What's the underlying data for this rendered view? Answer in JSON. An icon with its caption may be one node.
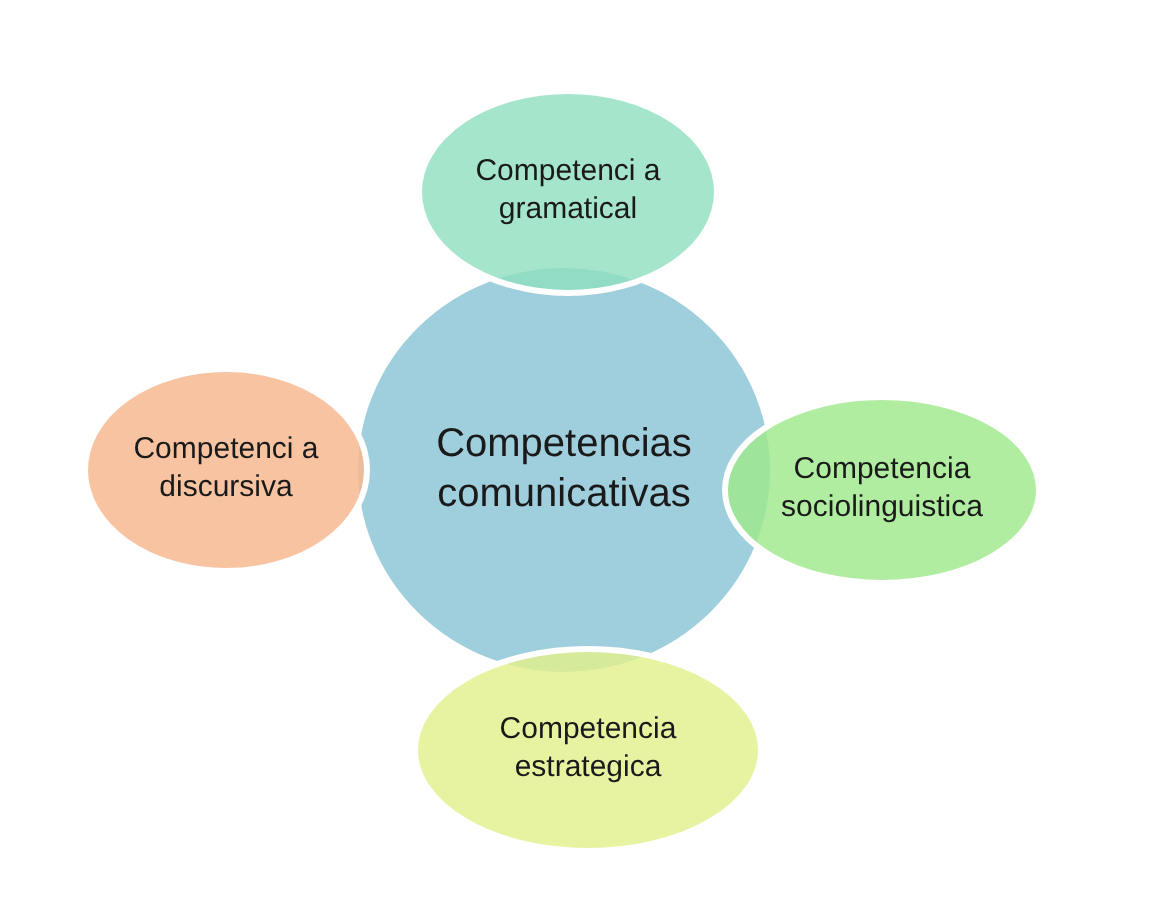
{
  "diagram": {
    "nodes": [
      {
        "text": [
          "Competencias comunicativas"
        ]
      },
      {
        "text": [
          "Competenci a gramatical"
        ]
      },
      {
        "text": [
          "Competencia sociolinguistica"
        ]
      },
      {
        "text": [
          "Competencia estrategica"
        ]
      },
      {
        "text": [
          "Competenci a discursiva"
        ]
      }
    ]
  }
}
